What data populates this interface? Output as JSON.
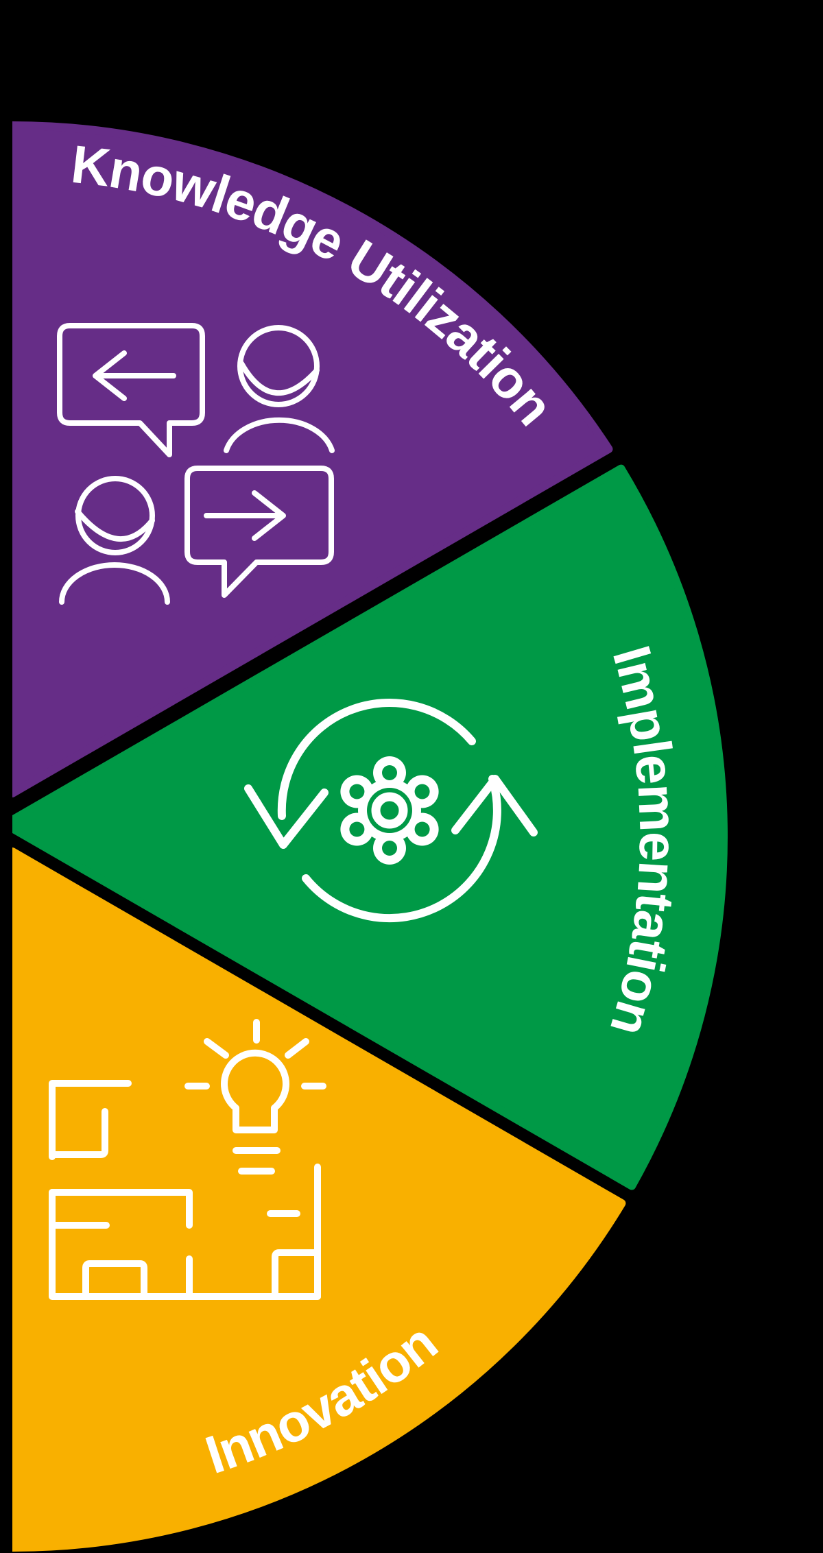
{
  "diagram": {
    "background_color": "#000000",
    "label_color": "#FFFFFF",
    "sections": [
      {
        "label": "Knowledge Utilization",
        "color": "#662D87",
        "icon": "speech-bubbles-and-people"
      },
      {
        "label": "Implementation",
        "color": "#009946",
        "icon": "gear-with-cycle-arrows"
      },
      {
        "label": "Innovation",
        "color": "#F9B000",
        "icon": "blueprint-with-lightbulb"
      }
    ]
  }
}
